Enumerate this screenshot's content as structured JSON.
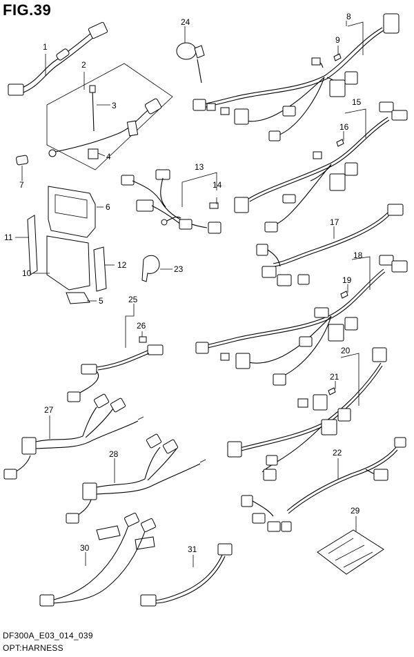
{
  "figure": {
    "title": "FIG.39"
  },
  "footer": {
    "code": "DF300A_E03_014_039",
    "caption": "OPT:HARNESS"
  },
  "callouts": {
    "c1": "1",
    "c2": "2",
    "c3": "3",
    "c4": "4",
    "c5": "5",
    "c6": "6",
    "c7": "7",
    "c8": "8",
    "c9": "9",
    "c10": "10",
    "c11": "11",
    "c12": "12",
    "c13": "13",
    "c14": "14",
    "c15": "15",
    "c16": "16",
    "c17": "17",
    "c18": "18",
    "c19": "19",
    "c20": "20",
    "c21": "21",
    "c22": "22",
    "c23": "23",
    "c24": "24",
    "c25": "25",
    "c26": "26",
    "c27": "27",
    "c28": "28",
    "c29": "29",
    "c30": "30",
    "c31": "31"
  }
}
